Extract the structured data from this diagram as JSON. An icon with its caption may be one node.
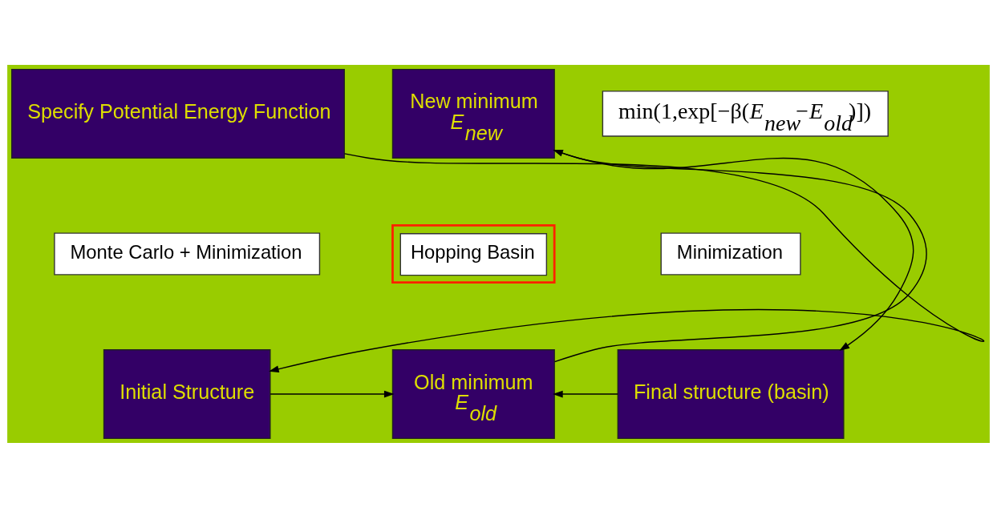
{
  "diagram": {
    "nodes": [
      {
        "text": [
          "Specify Potential Energy Function"
        ]
      },
      {
        "text": [
          "New minimum",
          "*E*$_{new}$"
        ]
      },
      {
        "text": [
          "min(1,exp[−β(*E*$_{new}$−*E*$_{old}$)])"
        ]
      },
      {
        "text": [
          "Monte Carlo + Minimization"
        ]
      },
      {
        "text": [
          "Hopping Basin"
        ]
      },
      {
        "text": [
          "Minimization"
        ]
      },
      {
        "text": [
          "Initial Structure"
        ]
      },
      {
        "text": [
          "Old minimum",
          "*E*$_{old}$"
        ]
      },
      {
        "text": [
          "Final structure (basin)"
        ]
      }
    ],
    "edges": [
      {
        "from": 0,
        "to": 6,
        "arrow": "to"
      },
      {
        "from": 6,
        "to": 7,
        "arrow": "to"
      },
      {
        "from": 7,
        "to": 1,
        "arrow": "to"
      },
      {
        "from": 1,
        "to": 8,
        "arrow": "to"
      },
      {
        "from": 8,
        "to": 7,
        "arrow": "to"
      }
    ]
  }
}
